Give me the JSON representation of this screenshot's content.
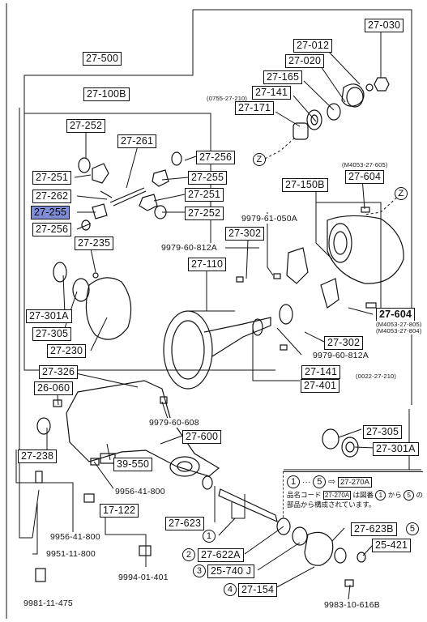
{
  "callouts": {
    "p27_030": "27-030",
    "p27_012": "27-012",
    "p27_020": "27-020",
    "p27_165": "27-165",
    "p27_141_top": "27-141",
    "ref_0755": "(0755-27-210)",
    "p27_171": "27-171",
    "p27_500": "27-500",
    "p27_100b": "27-100B",
    "p27_252_a": "27-252",
    "p27_261": "27-261",
    "p27_256_a": "27-256",
    "p27_251_a": "27-251",
    "p27_255_a": "27-255",
    "p27_262": "27-262",
    "p27_251_b": "27-251",
    "p27_255_hl": "27-255",
    "p27_252_b": "27-252",
    "p27_256_b": "27-256",
    "p27_235": "27-235",
    "p27_150b": "27-150B",
    "ref_m4053": "(M4053-27-605)",
    "p27_604_top": "27-604",
    "p9979_050a": "9979-61-050A",
    "p27_302_top": "27-302",
    "p9979_812a_top": "9979-60-812A",
    "p27_110": "27-110",
    "p27_301a_left": "27-301A",
    "p27_305_left": "27-305",
    "p27_230": "27-230",
    "p27_604_bold": "27-604",
    "ref_m4053_805": "(M4053-27-805)",
    "ref_m4053_804": "(M4053-27-804)",
    "p27_302_bot": "27-302",
    "p9979_812a_bot": "9979-60-812A",
    "p27_141_mid": "27-141",
    "ref_0022": "(0022-27-210)",
    "p27_401": "27-401",
    "p27_326": "27-326",
    "p26_060": "26-060",
    "p9979_608": "9979-60-608",
    "p27_600": "27-600",
    "p27_238": "27-238",
    "p39_550": "39-550",
    "p9956_41_800_a": "9956-41-800",
    "p27_305_right": "27-305",
    "p27_301a_right": "27-301A",
    "p17_122": "17-122",
    "p9956_41_800_b": "9956-41-800",
    "p9951_11_800": "9951-11-800",
    "p9994_01_401": "9994-01-401",
    "p9981_11_475": "9981-11-475",
    "p27_623": "27-623",
    "circ1": "1",
    "circ2": "2",
    "p27_622a": "27-622A",
    "circ3": "3",
    "p25_740j": "25-740 J",
    "circ4": "4",
    "p27_154": "27-154",
    "p27_623b": "27-623B",
    "circ5": "5",
    "p25_421": "25-421",
    "p9983_10_616b": "9983-10-616B",
    "z_left": "Z",
    "z_right": "Z"
  },
  "note": {
    "range_from": "1",
    "range_dots": "···",
    "range_to": "5",
    "arrow": "⇨",
    "kit_code": "27-270A",
    "jp_prefix": "品名コード",
    "jp_code": "27-270A",
    "jp_mid": "は図番",
    "jp_from": "1",
    "jp_kara": "から",
    "jp_to": "5",
    "jp_no": "の",
    "jp_suffix": "部品から構成されています。"
  },
  "colors": {
    "highlight": "#7f8dd8",
    "ink": "#111111"
  }
}
